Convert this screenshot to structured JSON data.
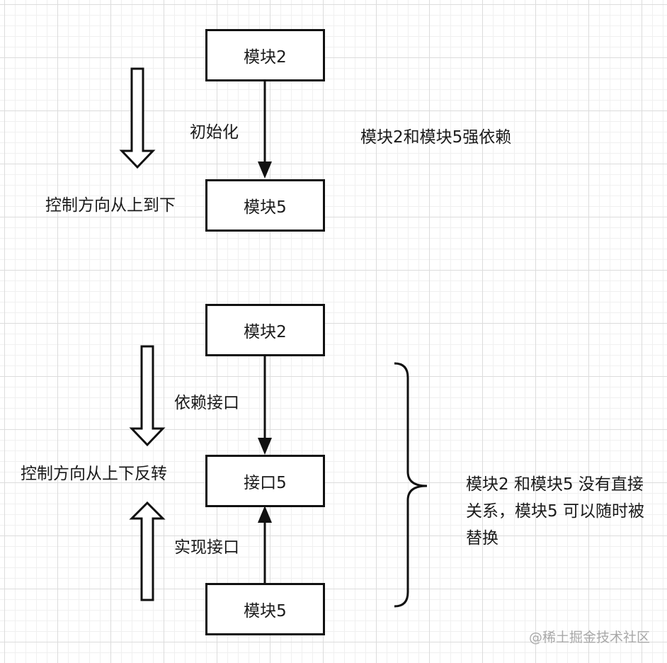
{
  "top_section": {
    "box_top": "模块2",
    "box_bottom": "模块5",
    "edge_label": "初始化",
    "relation_note": "模块2和模块5强依赖",
    "control_label": "控制方向从上到下"
  },
  "bottom_section": {
    "box_top": "模块2",
    "box_middle": "接口5",
    "box_bottom": "模块5",
    "edge_label_upper": "依赖接口",
    "edge_label_lower": "实现接口",
    "control_label": "控制方向从上下反转",
    "brace_note": "模块2 和模块5 没有直接关系，模块5 可以随时被替换"
  },
  "watermark": "@稀土掘金技术社区"
}
